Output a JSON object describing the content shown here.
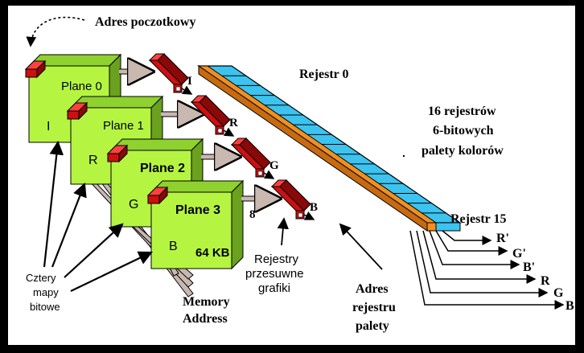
{
  "start_address_label": "Adres poczotkowy",
  "planes": [
    {
      "name": "Plane 0",
      "letter": "I"
    },
    {
      "name": "Plane 1",
      "letter": "R"
    },
    {
      "name": "Plane 2",
      "letter": "G"
    },
    {
      "name": "Plane 3",
      "letter": "B",
      "size": "64 KB"
    }
  ],
  "shift_outputs": [
    "I",
    "R",
    "G",
    "B"
  ],
  "bus_width": "8",
  "register_top_label": "Rejestr 0",
  "register_bottom_label": "Rejestr 15",
  "palette_description": [
    "16 rejestrów",
    "6-bitowych",
    "palety kolorów"
  ],
  "palette_outputs": [
    "R'",
    "G'",
    "B'",
    "R",
    "G",
    "B"
  ],
  "bitmap_label": [
    "Cztery",
    "mapy",
    "bitowe"
  ],
  "memory_address_label": [
    "Memory",
    "Address"
  ],
  "shift_registers_label": [
    "Rejestry",
    "przesuwne",
    "grafiki"
  ],
  "palette_address_label": [
    "Adres",
    "rejestru",
    "palety"
  ],
  "colors": {
    "plane_front": "#b5f542",
    "plane_top": "#8fd12e",
    "plane_side": "#6aa11e",
    "register_red": "#cc1010",
    "palette_blue": "#3cc3ef",
    "palette_orange": "#f09020"
  }
}
